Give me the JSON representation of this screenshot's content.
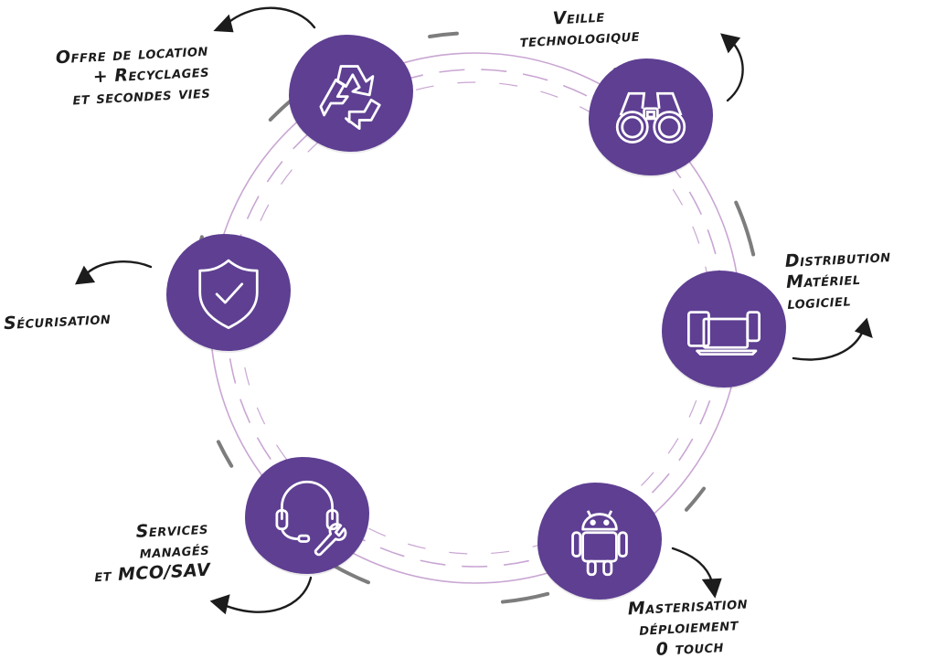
{
  "colors": {
    "accent": "#5e3f92",
    "ring_light": "#c9a6d3",
    "ring_dark": "#7d7d7d",
    "text": "#1c1c1c"
  },
  "nodes": {
    "recycling": {
      "icon": "recycle-icon",
      "label": [
        "Offre de location",
        "+ Recyclages",
        "et secondes vies"
      ]
    },
    "watch": {
      "icon": "binoculars-icon",
      "label": [
        "Veille",
        "technologique"
      ]
    },
    "distribution": {
      "icon": "devices-icon",
      "label": [
        "Distribution",
        "Matériel",
        "logiciel"
      ]
    },
    "mastering": {
      "icon": "android-icon",
      "label": [
        "Masterisation",
        "déploiement",
        "0 touch"
      ]
    },
    "services": {
      "icon": "headset-wrench-icon",
      "label": [
        "Services",
        "managés",
        "et MCO/SAV"
      ]
    },
    "security": {
      "icon": "shield-check-icon",
      "label": [
        "Sécurisation"
      ]
    }
  }
}
